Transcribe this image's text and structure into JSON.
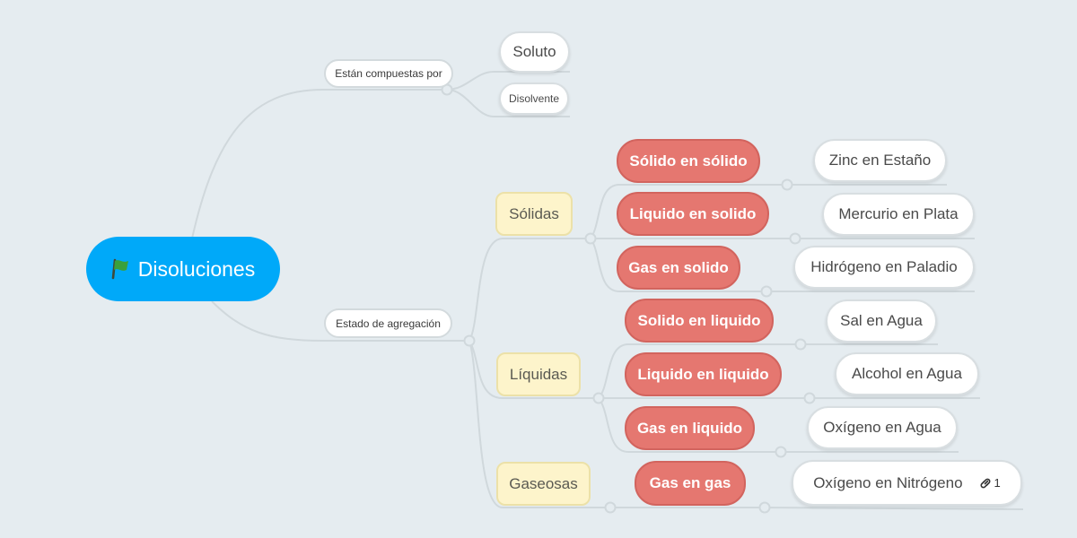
{
  "map": {
    "root": {
      "label": "Disoluciones",
      "icon": "green-flag-icon"
    },
    "branches": [
      {
        "label": "Están compuestas por",
        "children": [
          {
            "label": "Soluto"
          },
          {
            "label": "Disolvente"
          }
        ]
      },
      {
        "label": "Estado de agregación",
        "categories": [
          {
            "label": "Sólidas",
            "types": [
              {
                "label": "Sólido en sólido",
                "example": "Zinc en Estaño"
              },
              {
                "label": "Liquido en solido",
                "example": "Mercurio en Plata"
              },
              {
                "label": "Gas en solido",
                "example": "Hidrógeno en Paladio"
              }
            ]
          },
          {
            "label": "Líquidas",
            "types": [
              {
                "label": "Solido en liquido",
                "example": "Sal en Agua"
              },
              {
                "label": "Liquido en liquido",
                "example": "Alcohol en Agua"
              },
              {
                "label": "Gas en liquido",
                "example": "Oxígeno en Agua"
              }
            ]
          },
          {
            "label": "Gaseosas",
            "types": [
              {
                "label": "Gas en gas",
                "example": "Oxígeno en Nitrógeno",
                "link_icon": "link-icon",
                "link_count": "1"
              }
            ]
          }
        ]
      }
    ]
  },
  "colors": {
    "background": "#e5ecf0",
    "root": "#00a9f9",
    "red_node": "#e57770",
    "category_node": "#fdf4cb",
    "connector": "#d0d8dc"
  }
}
